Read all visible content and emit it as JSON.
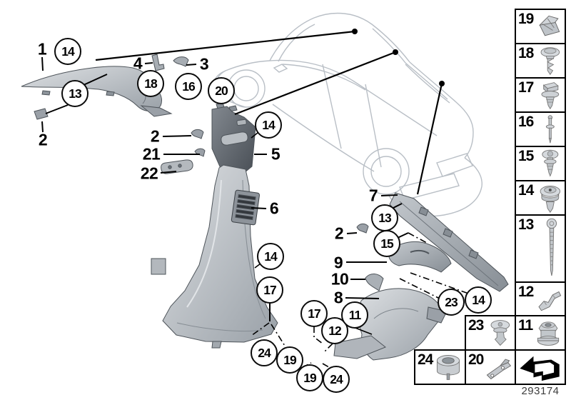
{
  "doc_number": "293174",
  "callouts": {
    "plain": [
      {
        "part": "a-pillar-trim",
        "label": "1"
      },
      {
        "part": "bracket",
        "label": "4"
      },
      {
        "part": "clamp",
        "label": "3"
      },
      {
        "part": "clip-left",
        "label": "2"
      },
      {
        "part": "clip-mid",
        "label": "2"
      },
      {
        "part": "clip",
        "label": "21"
      },
      {
        "part": "cover",
        "label": "22"
      },
      {
        "part": "b-pillar-upper-trim",
        "label": "5"
      },
      {
        "part": "b-pillar-lower-trim",
        "label": "6"
      },
      {
        "part": "c-pillar-trim",
        "label": "7"
      },
      {
        "part": "clip-right",
        "label": "2"
      },
      {
        "part": "side-trim-upper",
        "label": "9"
      },
      {
        "part": "trim-arc",
        "label": "10"
      },
      {
        "part": "side-trim-lower",
        "label": "8"
      }
    ],
    "circled": [
      {
        "label": "14"
      },
      {
        "label": "13"
      },
      {
        "label": "18"
      },
      {
        "label": "16"
      },
      {
        "label": "20"
      },
      {
        "label": "14"
      },
      {
        "label": "14"
      },
      {
        "label": "13"
      },
      {
        "label": "15"
      },
      {
        "label": "17"
      },
      {
        "label": "24"
      },
      {
        "label": "19"
      },
      {
        "label": "17"
      },
      {
        "label": "12"
      },
      {
        "label": "11"
      },
      {
        "label": "19"
      },
      {
        "label": "24"
      },
      {
        "label": "23"
      },
      {
        "label": "14"
      }
    ]
  },
  "legend": {
    "column": [
      {
        "label": "19",
        "icon": "spring-clip-icon"
      },
      {
        "label": "18",
        "icon": "expanding-rivet-icon"
      },
      {
        "label": "17",
        "icon": "clip-nut-icon"
      },
      {
        "label": "16",
        "icon": "blind-rivet-icon"
      },
      {
        "label": "15",
        "icon": "screw-rivet-icon"
      },
      {
        "label": "14",
        "icon": "grommet-icon"
      },
      {
        "label": "13",
        "icon": "torx-screw-icon"
      },
      {
        "label": "12",
        "icon": "spring-bracket-icon"
      },
      {
        "label": "11",
        "icon": "flange-nut-icon"
      }
    ],
    "extra": [
      {
        "label": "23",
        "icon": "push-clip-icon"
      },
      {
        "label": "24",
        "icon": "sleeve-grommet-icon"
      },
      {
        "label": "20",
        "icon": "bracket-plate-icon"
      }
    ]
  }
}
